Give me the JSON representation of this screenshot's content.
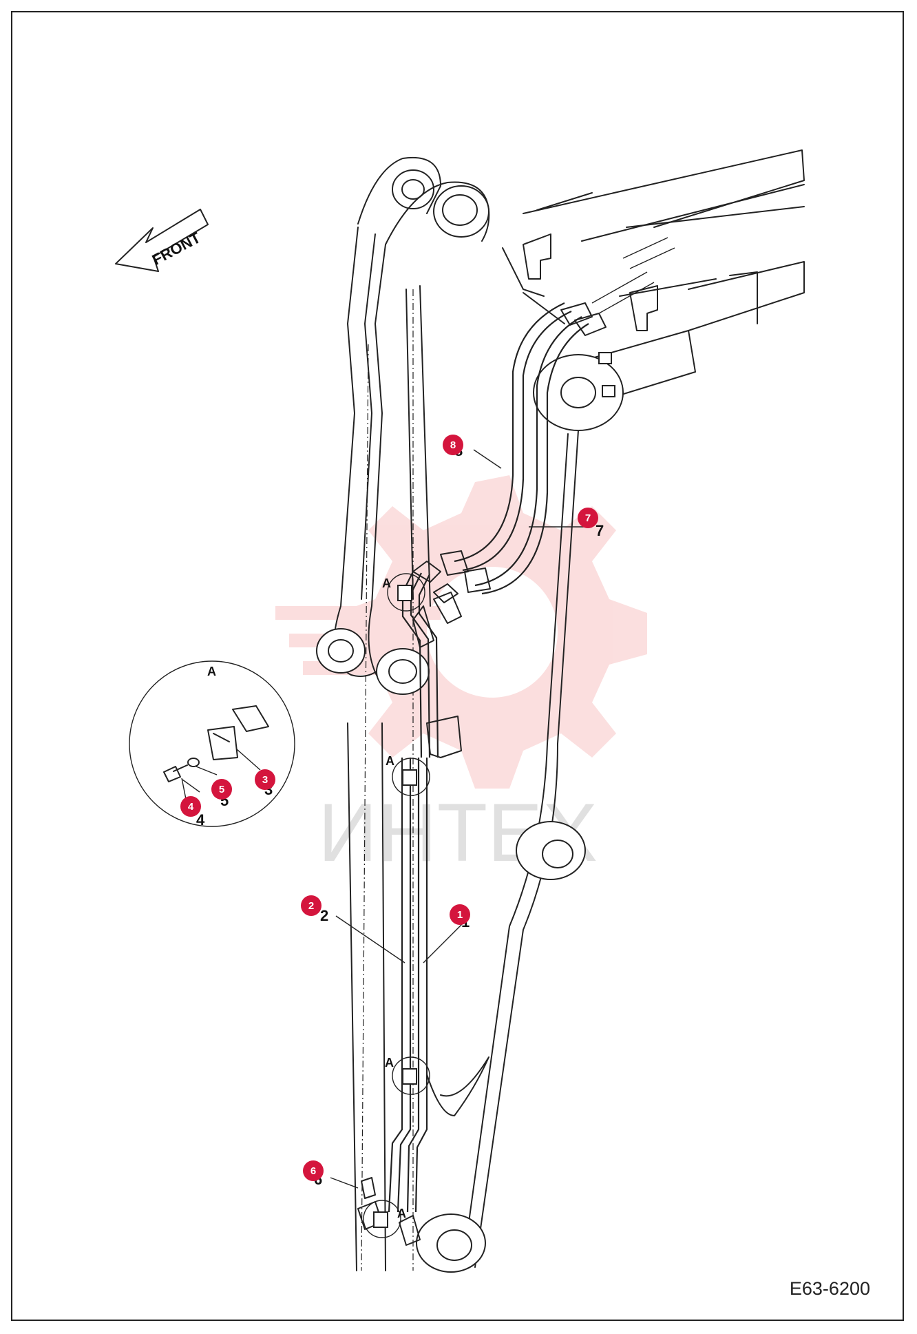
{
  "watermark": {
    "text": "ИНТЕХ",
    "color": "#f28b8b"
  },
  "direction": {
    "text": "FRONT"
  },
  "detail": {
    "label": "A"
  },
  "callouts": {
    "color": "#d4153d",
    "items": [
      {
        "id": "1",
        "num": "1"
      },
      {
        "id": "2",
        "num": "2"
      },
      {
        "id": "3",
        "num": "3"
      },
      {
        "id": "4",
        "num": "4"
      },
      {
        "id": "5",
        "num": "5"
      },
      {
        "id": "6",
        "num": "6"
      },
      {
        "id": "7",
        "num": "7"
      },
      {
        "id": "8",
        "num": "8"
      }
    ]
  },
  "drawing_code": "E63-6200"
}
